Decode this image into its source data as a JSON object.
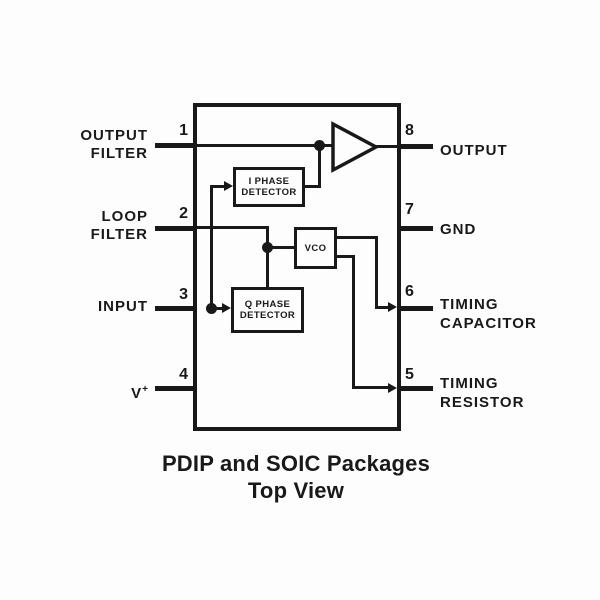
{
  "diagram": {
    "caption": {
      "line1": "PDIP and SOIC Packages",
      "line2": "Top View"
    },
    "pins_left": [
      {
        "num": "1",
        "line1": "OUTPUT",
        "line2": "FILTER"
      },
      {
        "num": "2",
        "line1": "LOOP",
        "line2": "FILTER"
      },
      {
        "num": "3",
        "line1": "INPUT"
      },
      {
        "num": "4",
        "base": "V",
        "sup": "+"
      }
    ],
    "pins_right": [
      {
        "num": "8",
        "line1": "OUTPUT"
      },
      {
        "num": "7",
        "line1": "GND"
      },
      {
        "num": "6",
        "line1": "TIMING",
        "line2": "CAPACITOR"
      },
      {
        "num": "5",
        "line1": "TIMING",
        "line2": "RESISTOR"
      }
    ],
    "blocks": {
      "i_phase": {
        "line1": "I PHASE",
        "line2": "DETECTOR"
      },
      "q_phase": {
        "line1": "Q PHASE",
        "line2": "DETECTOR"
      },
      "vco": {
        "label": "VCO"
      }
    },
    "colors": {
      "line": "#191919",
      "background": "#fdfdfd"
    }
  }
}
